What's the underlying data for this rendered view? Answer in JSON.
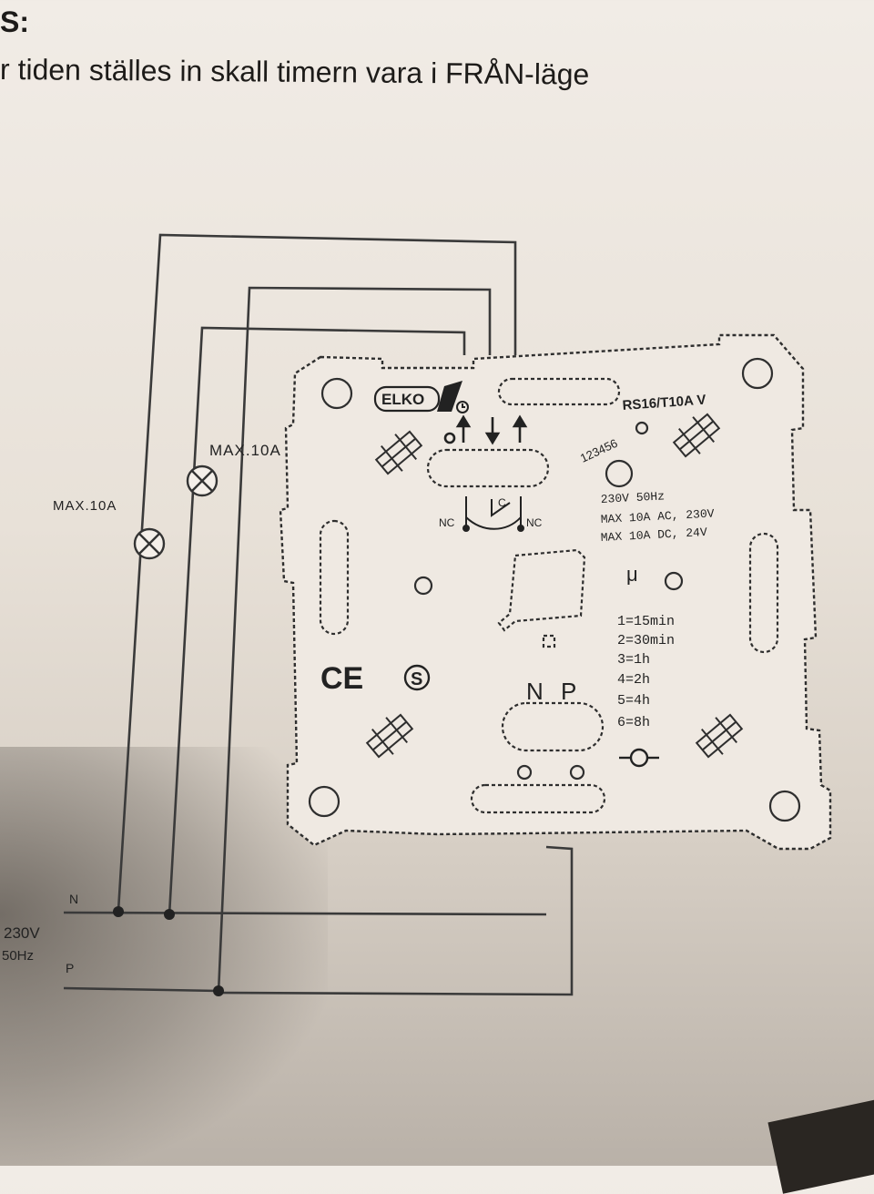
{
  "heading": "S:",
  "instruction": "r tiden ställes in skall timern vara i FRÅN-läge",
  "device": {
    "brand": "ELKO",
    "model": "RS16/T10A V",
    "dial_numbers": "123456",
    "rating_1": "230V 50Hz",
    "rating_2": "MAX 10A AC, 230V",
    "rating_3": "MAX 10A DC, 24V",
    "contact_nc_left": "NC",
    "contact_c": "C",
    "contact_nc_right": "NC",
    "symbol_mu": "μ",
    "ce_mark": "CE",
    "s_mark": "S",
    "terminal_labels": "N P",
    "settings": [
      "1=15min",
      "2=30min",
      "3=1h",
      "4=2h",
      "5=4h",
      "6=8h"
    ]
  },
  "wiring": {
    "lamp_left_label": "MAX.10A",
    "lamp_right_label": "MAX.10A",
    "n_label": "N",
    "p_label": "P",
    "voltage": "230V",
    "frequency": "50Hz"
  }
}
